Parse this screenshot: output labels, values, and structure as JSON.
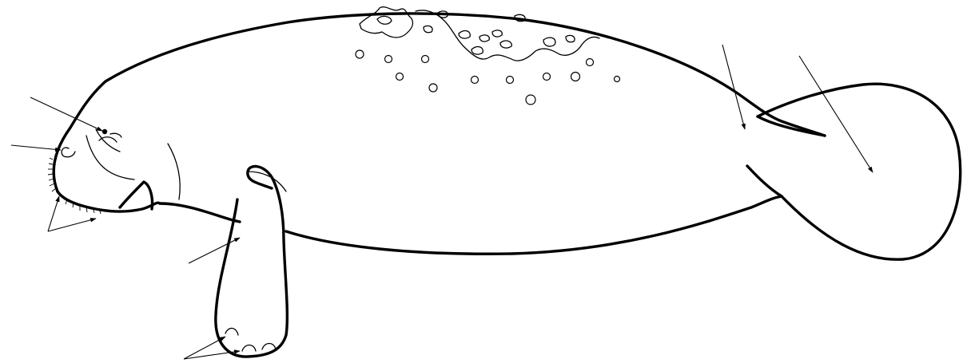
{
  "figure": {
    "subject": "manatee-line-drawing",
    "leader_lines": [
      {
        "id": "eye",
        "label": ""
      },
      {
        "id": "nostril",
        "label": ""
      },
      {
        "id": "vibrissae-upper",
        "label": ""
      },
      {
        "id": "vibrissae-lower",
        "label": ""
      },
      {
        "id": "flipper",
        "label": ""
      },
      {
        "id": "nail-1",
        "label": ""
      },
      {
        "id": "nail-2",
        "label": ""
      },
      {
        "id": "tail-stock",
        "label": ""
      },
      {
        "id": "tail-fluke",
        "label": ""
      }
    ],
    "colors": {
      "stroke": "#000000",
      "background": "#ffffff"
    }
  }
}
